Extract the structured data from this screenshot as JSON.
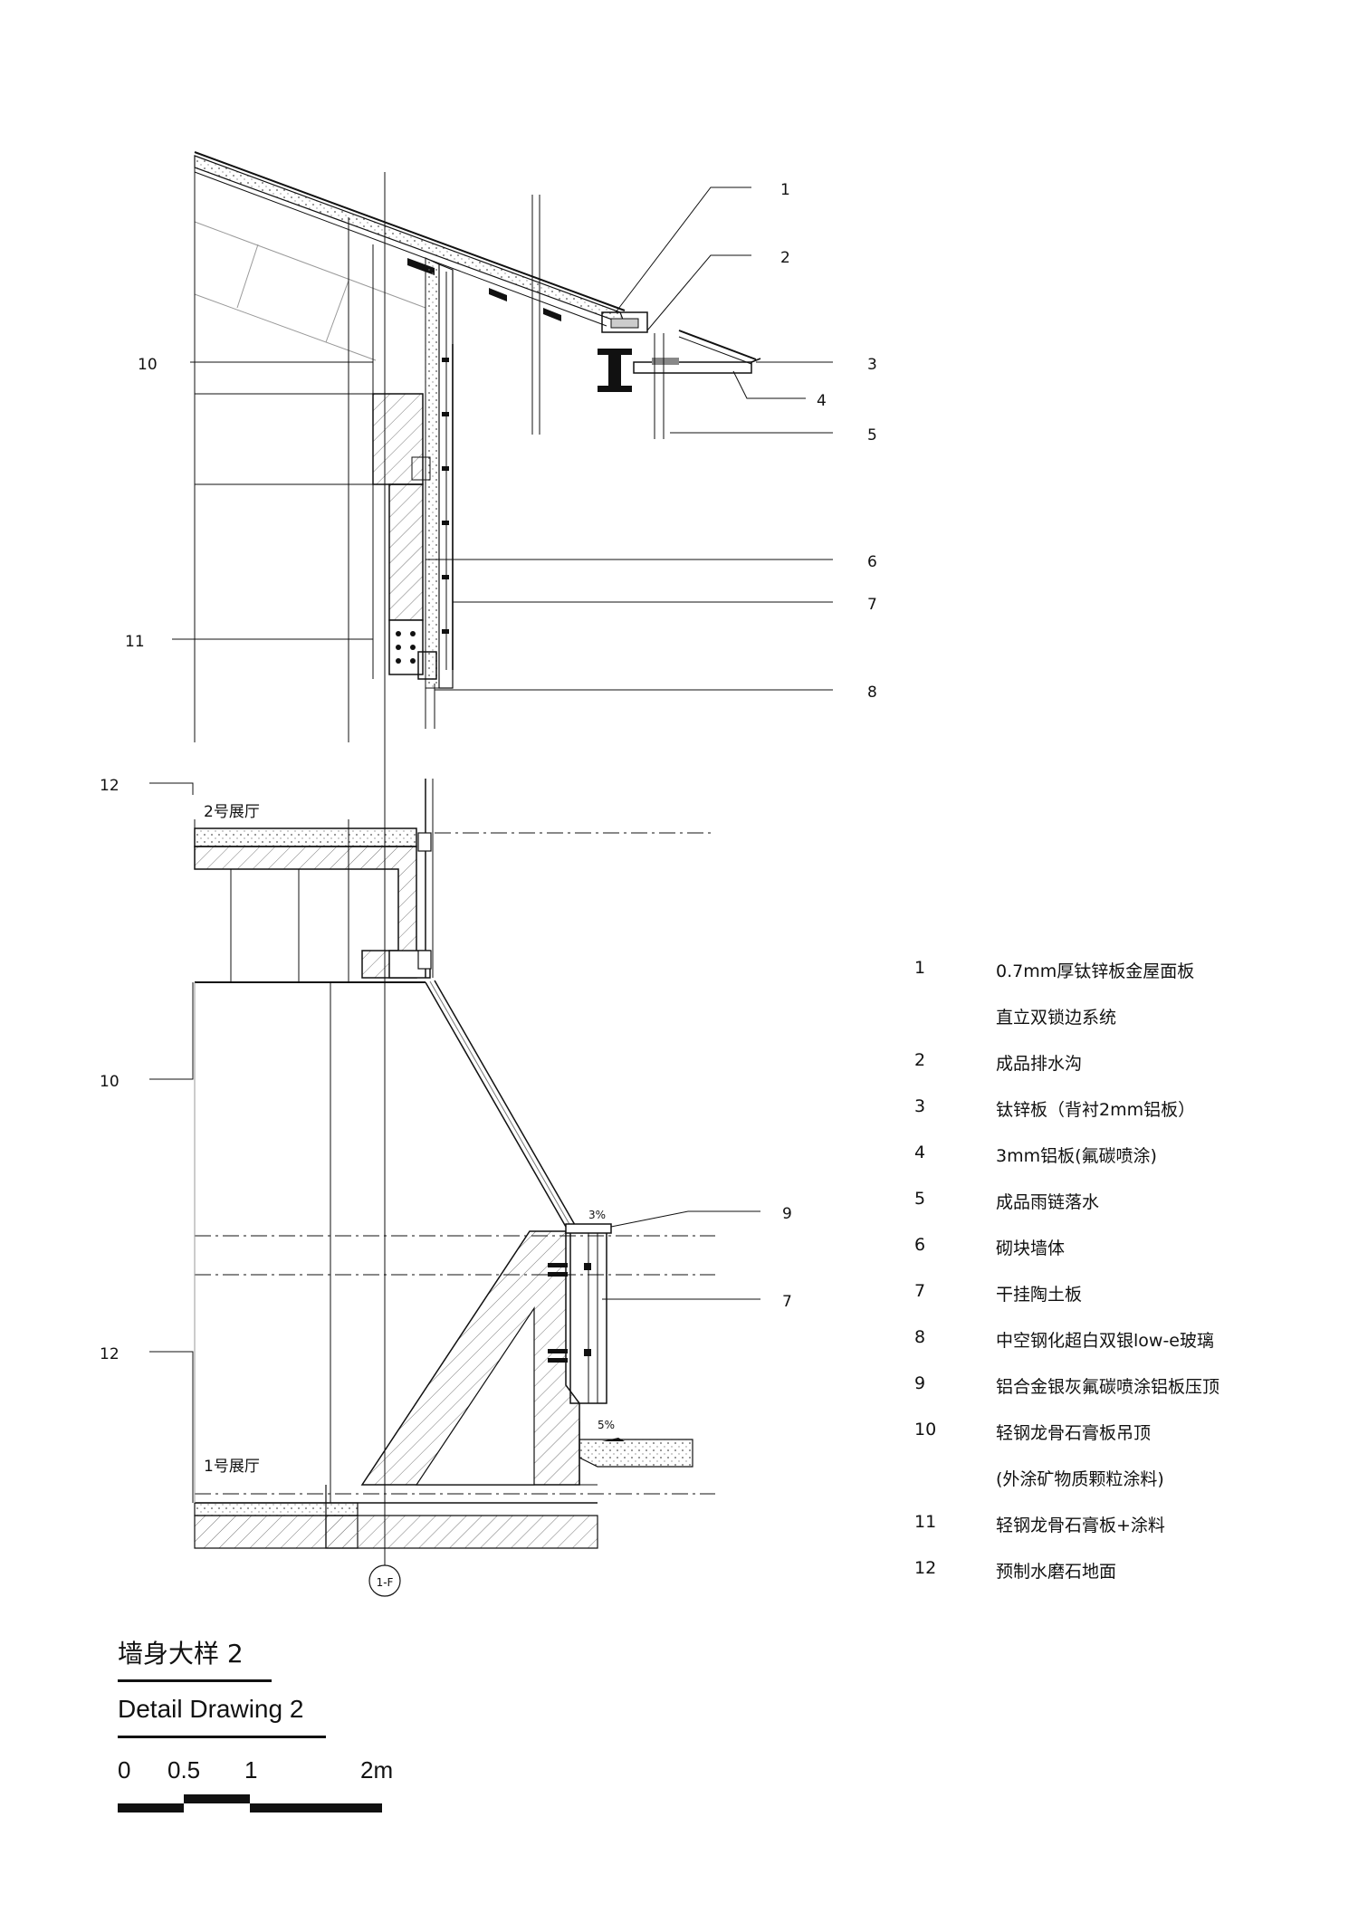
{
  "callouts": {
    "c1": "1",
    "c2": "2",
    "c3": "3",
    "c4": "4",
    "c5": "5",
    "c6": "6",
    "c7a": "7",
    "c8": "8",
    "c9": "9",
    "c7b": "7",
    "c10a": "10",
    "c11": "11",
    "c12a": "12",
    "c10b": "10",
    "c12b": "12"
  },
  "rooms": {
    "upper": "2号展厅",
    "lower": "1号展厅"
  },
  "slopes": {
    "s1": "3%",
    "s2": "5%"
  },
  "grid_bubble": "1-F",
  "legend": [
    {
      "num": "1",
      "text": "0.7mm厚钛锌板金屋面板"
    },
    {
      "num": "",
      "text": "直立双锁边系统"
    },
    {
      "num": "2",
      "text": "成品排水沟"
    },
    {
      "num": "3",
      "text": "钛锌板（背衬2mm铝板）"
    },
    {
      "num": "4",
      "text": "3mm铝板(氟碳喷涂)"
    },
    {
      "num": "5",
      "text": "成品雨链落水"
    },
    {
      "num": "6",
      "text": "砌块墙体"
    },
    {
      "num": "7",
      "text": "干挂陶土板"
    },
    {
      "num": "8",
      "text": "中空钢化超白双银low-e玻璃"
    },
    {
      "num": "9",
      "text": "铝合金银灰氟碳喷涂铝板压顶"
    },
    {
      "num": "10",
      "text": "轻钢龙骨石膏板吊顶"
    },
    {
      "num": "",
      "text": "(外涂矿物质颗粒涂料)"
    },
    {
      "num": "11",
      "text": "轻钢龙骨石膏板+涂料"
    },
    {
      "num": "12",
      "text": "预制水磨石地面"
    }
  ],
  "title": {
    "cn": "墙身大样 2",
    "en": "Detail Drawing 2"
  },
  "scale": {
    "l0": "0",
    "l05": "0.5",
    "l1": "1",
    "l2": "2m"
  }
}
